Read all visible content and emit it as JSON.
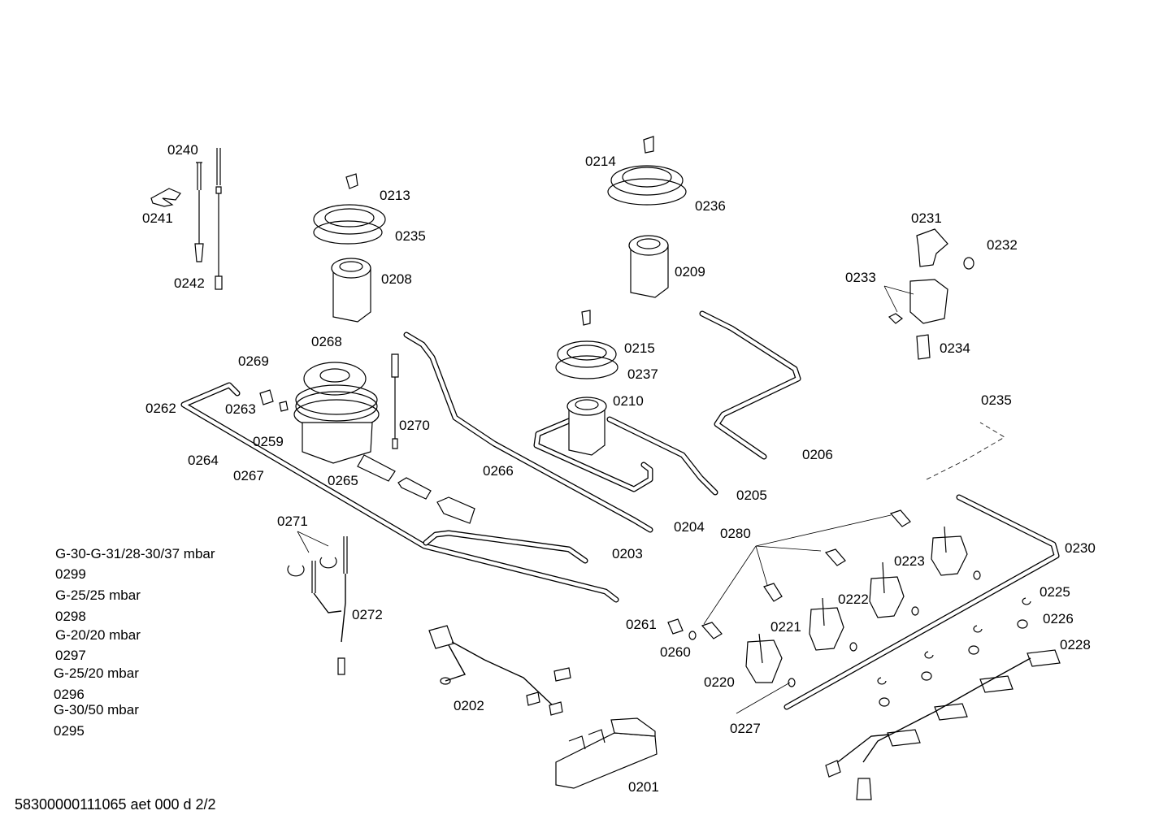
{
  "callouts": {
    "p0240": "0240",
    "p0241": "0241",
    "p0242": "0242",
    "p0213": "0213",
    "p0235a": "0235",
    "p0208": "0208",
    "p0214": "0214",
    "p0236": "0236",
    "p0209": "0209",
    "p0231": "0231",
    "p0232": "0232",
    "p0233": "0233",
    "p0234": "0234",
    "p0268": "0268",
    "p0269": "0269",
    "p0262": "0262",
    "p0263": "0263",
    "p0259": "0259",
    "p0264": "0264",
    "p0267": "0267",
    "p0265": "0265",
    "p0270": "0270",
    "p0266": "0266",
    "p0215": "0215",
    "p0237": "0237",
    "p0210": "0210",
    "p0206": "0206",
    "p0205": "0205",
    "p0204": "0204",
    "p0203": "0203",
    "p0235b": "0235",
    "p0230": "0230",
    "p0280": "0280",
    "p0223": "0223",
    "p0222": "0222",
    "p0221": "0221",
    "p0220": "0220",
    "p0261": "0261",
    "p0260": "0260",
    "p0227": "0227",
    "p0225": "0225",
    "p0226": "0226",
    "p0228": "0228",
    "p0271": "0271",
    "p0272": "0272",
    "p0202": "0202",
    "p0201": "0201"
  },
  "legend": {
    "g30_label": "G-30-G-31/28-30/37 mbar",
    "g30_code": "0299",
    "g25_25_label": "G-25/25 mbar",
    "g25_25_code": "0298",
    "g20_label": "G-20/20 mbar",
    "g20_code": "0297",
    "g25_20_label": "G-25/20 mbar",
    "g25_20_code": "0296",
    "g30_50_label": "G-30/50 mbar",
    "g30_50_code": "0295"
  },
  "footer": {
    "document_id": "58300000111065 aet 000 d 2/2"
  }
}
